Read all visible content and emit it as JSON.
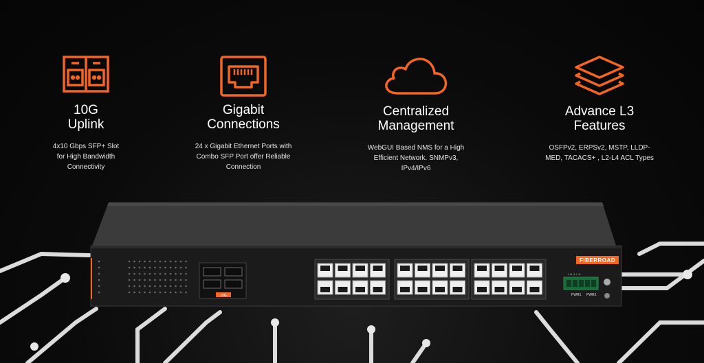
{
  "features": [
    {
      "icon": "sfp-slot-icon",
      "title_line1": "10G",
      "title_line2": "Uplink",
      "desc_line1": "4x10 Gbps SFP+ Slot",
      "desc_line2": "for High Bandwidth",
      "desc_line3": "Connectivity"
    },
    {
      "icon": "ethernet-port-icon",
      "title_line1": "Gigabit",
      "title_line2": "Connections",
      "desc_line1": "24 x Gigabit Ethernet Ports with",
      "desc_line2": "Combo SFP Port offer Reliable",
      "desc_line3": "Connection"
    },
    {
      "icon": "cloud-icon",
      "title_line1": "Centralized",
      "title_line2": "Management",
      "desc_line1": "WebGUI Based NMS for a High",
      "desc_line2": "Efficient Network. SNMPv3,",
      "desc_line3": "IPv4/IPv6"
    },
    {
      "icon": "layers-icon",
      "title_line1": "Advance L3",
      "title_line2": "Features",
      "desc_line1": "OSFPv2, ERPSv2, MSTP, LLDP-",
      "desc_line2": "MED, TACACS+ , L2-L4 ACL Types",
      "desc_line3": ""
    }
  ],
  "device": {
    "brand": "FIBERROAD",
    "uplink_label": "10G",
    "pwr1_label": "PWR1",
    "pwr2_label": "PWR2"
  },
  "colors": {
    "accent": "#f26522",
    "background": "#0b0b0b"
  }
}
